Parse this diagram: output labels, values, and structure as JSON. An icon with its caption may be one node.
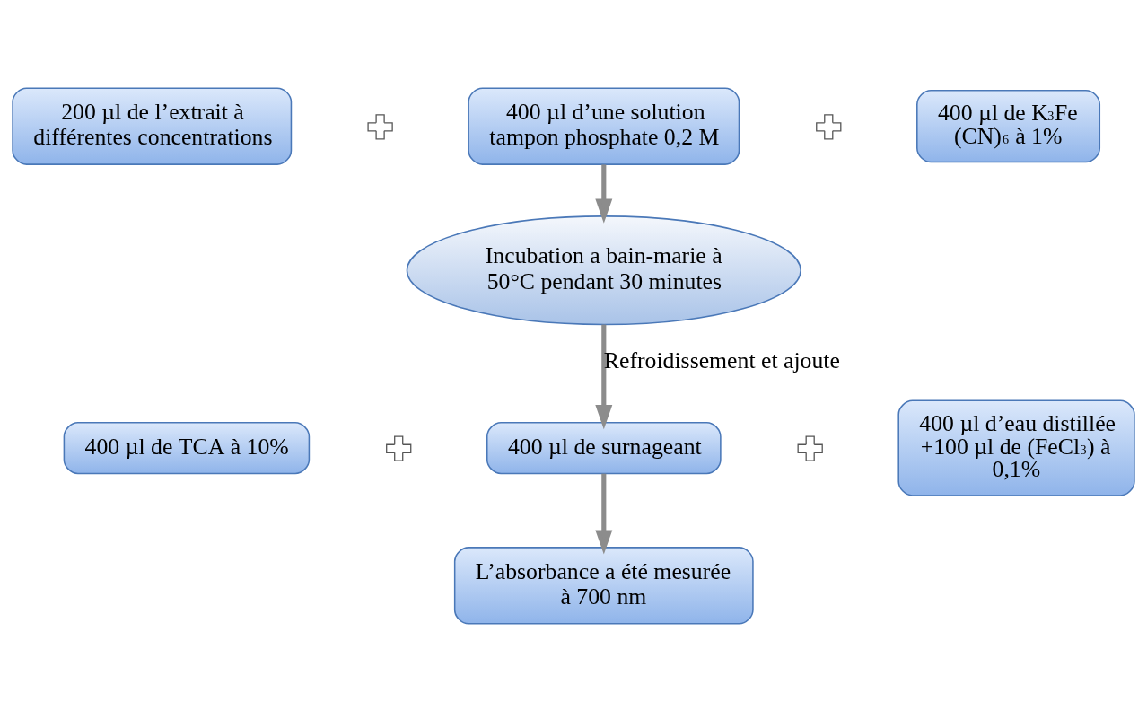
{
  "diagram": {
    "nodes": [
      {
        "text": [
          "200 µl de l’extrait à différentes concentrations"
        ]
      },
      {
        "text": [],
        "shape": "cross"
      },
      {
        "text": [
          "400 µl d’une solution tampon phosphate 0,2 M"
        ]
      },
      {
        "text": [],
        "shape": "cross"
      },
      {
        "text": [
          "400 µl de K$_{3}$Fe (CN)$_{6}$ à 1%"
        ]
      },
      {
        "text": [
          "Incubation a bain-marie à 50°C pendant 30 minutes"
        ]
      },
      {
        "text": [
          "400 µl de TCA à 10%"
        ]
      },
      {
        "text": [],
        "shape": "cross"
      },
      {
        "text": [
          "400 µl de surnageant"
        ]
      },
      {
        "text": [],
        "shape": "cross"
      },
      {
        "text": [
          "400 µl d’eau distillée +100 µl de (FeCl$_{3}$) à 0,1%"
        ]
      },
      {
        "text": [
          "L’absorbance a été mesurée à 700 nm"
        ]
      }
    ],
    "edges": [
      {
        "from": 2,
        "to": 5,
        "arrow": "to"
      },
      {
        "from": 5,
        "to": 8,
        "arrow": "to",
        "label": "Refroidissement et ajoute"
      },
      {
        "from": 8,
        "to": 11,
        "arrow": "to"
      }
    ]
  }
}
